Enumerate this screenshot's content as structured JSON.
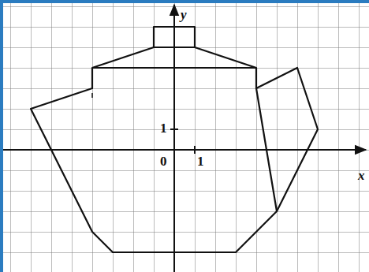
{
  "diagram": {
    "labels": [
      "y",
      "x",
      "0",
      "1",
      "1"
    ]
  }
}
